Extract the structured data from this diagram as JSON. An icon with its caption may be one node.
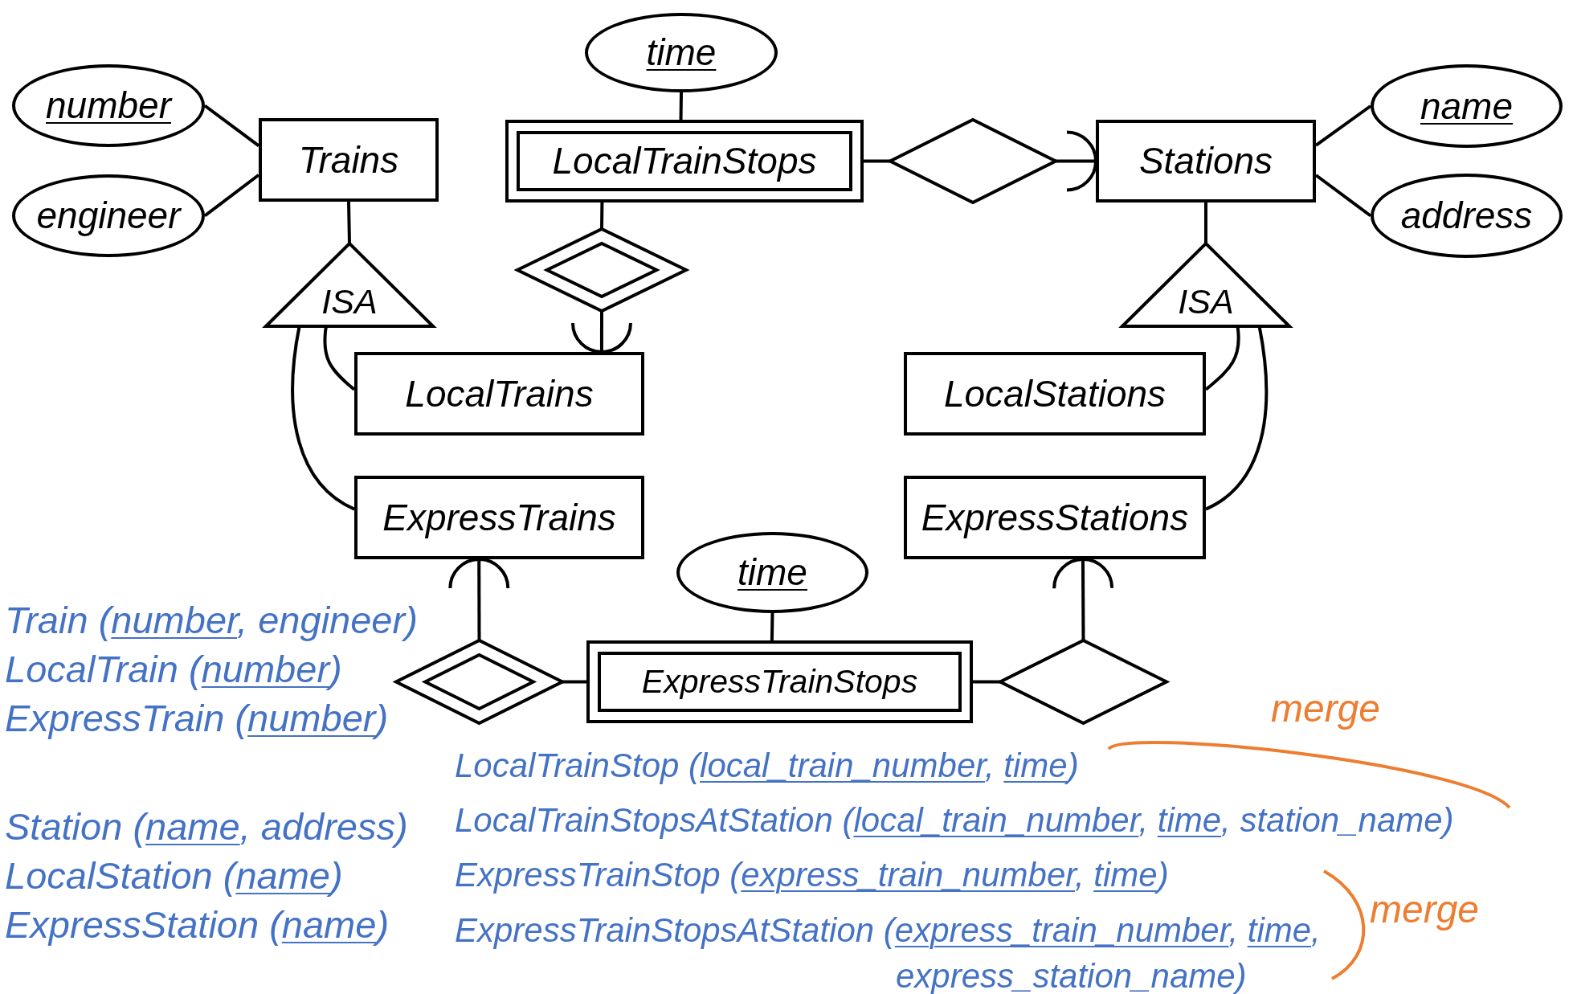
{
  "diagram": {
    "nodes": [
      {
        "text": [
          "number"
        ]
      },
      {
        "text": [
          "engineer"
        ]
      },
      {
        "text": [
          "Trains"
        ]
      },
      {
        "text": [
          "time"
        ]
      },
      {
        "text": [
          "LocalTrainStops"
        ]
      },
      {
        "text": [],
        "shape": "diamond"
      },
      {
        "text": [
          "Stations"
        ]
      },
      {
        "text": [
          "name"
        ]
      },
      {
        "text": [
          "address"
        ]
      },
      {
        "text": [
          "ISA"
        ]
      },
      {
        "text": [],
        "shape": "diamond"
      },
      {
        "text": [
          "LocalTrains"
        ]
      },
      {
        "text": [
          "ISA"
        ]
      },
      {
        "text": [
          "LocalStations"
        ]
      },
      {
        "text": [
          "ExpressTrains"
        ]
      },
      {
        "text": [
          "ExpressStations"
        ]
      },
      {
        "text": [
          "time"
        ]
      },
      {
        "text": [],
        "shape": "diamond"
      },
      {
        "text": [
          "ExpressTrainStops"
        ]
      },
      {
        "text": [],
        "shape": "diamond"
      }
    ],
    "edges": [
      {
        "from": 0,
        "to": 2,
        "arrow": "none"
      },
      {
        "from": 1,
        "to": 2,
        "arrow": "none"
      },
      {
        "from": 3,
        "to": 4,
        "arrow": "none"
      },
      {
        "from": 4,
        "to": 5,
        "arrow": "none"
      },
      {
        "from": 5,
        "to": 6,
        "arrow": "other"
      },
      {
        "from": 6,
        "to": 7,
        "arrow": "none"
      },
      {
        "from": 6,
        "to": 8,
        "arrow": "none"
      },
      {
        "from": 2,
        "to": 9,
        "arrow": "none"
      },
      {
        "from": 9,
        "to": 11,
        "arrow": "none"
      },
      {
        "from": 9,
        "to": 14,
        "arrow": "none"
      },
      {
        "from": 4,
        "to": 10,
        "arrow": "none"
      },
      {
        "from": 10,
        "to": 11,
        "arrow": "other"
      },
      {
        "from": 6,
        "to": 12,
        "arrow": "none"
      },
      {
        "from": 12,
        "to": 13,
        "arrow": "none"
      },
      {
        "from": 12,
        "to": 15,
        "arrow": "none"
      },
      {
        "from": 17,
        "to": 14,
        "arrow": "other"
      },
      {
        "from": 17,
        "to": 18,
        "arrow": "none"
      },
      {
        "from": 16,
        "to": 18,
        "arrow": "none"
      },
      {
        "from": 18,
        "to": 19,
        "arrow": "none"
      },
      {
        "from": 19,
        "to": 15,
        "arrow": "other"
      }
    ],
    "labels": [
      "Train (number, engineer)",
      "LocalTrain (number)",
      "ExpressTrain (number)",
      "Station (name, address)",
      "LocalStation (name)",
      "ExpressStation (name)",
      "merge",
      "LocalTrainStop (local_train_number, time)",
      "LocalTrainStopsAtStation (local_train_number, time, station_name)",
      "ExpressTrainStop (express_train_number, time)",
      "merge",
      "ExpressTrainStopsAtStation (express_train_number, time, express_station_name)"
    ]
  }
}
